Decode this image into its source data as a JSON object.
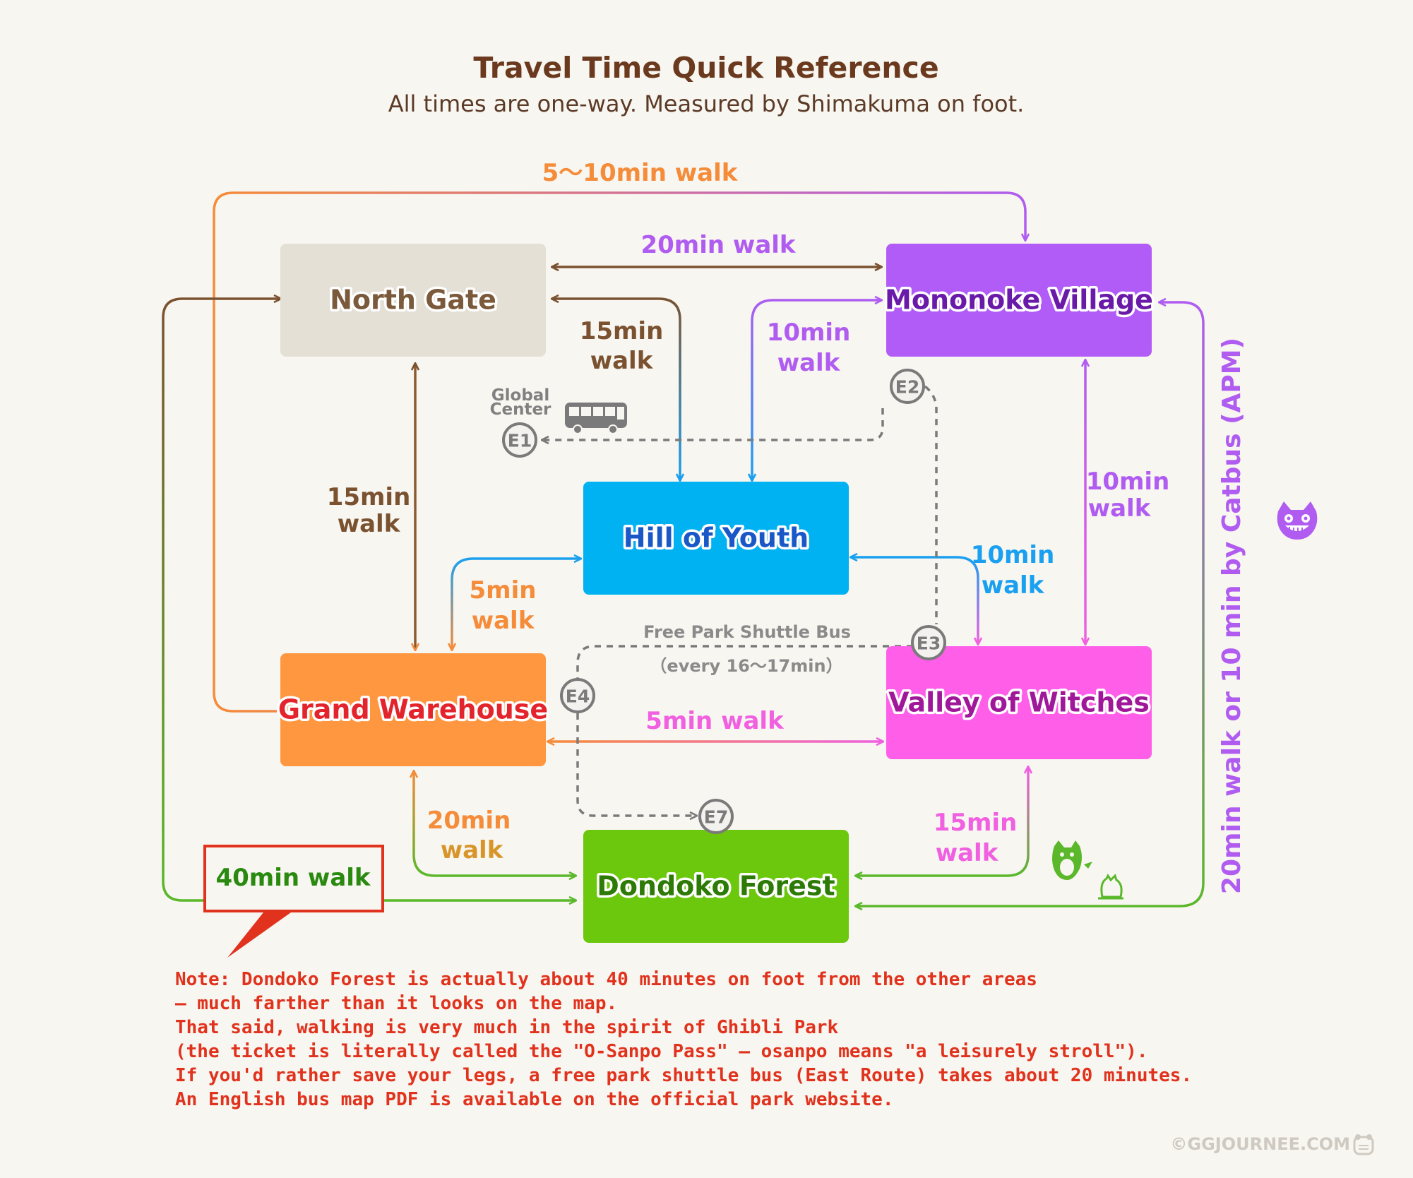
{
  "header": {
    "title": "Travel Time Quick Reference",
    "subtitle": "All times are one-way. Measured by Shimakuma on foot."
  },
  "nodes": {
    "north_gate": {
      "label": "North Gate",
      "color": "#e4e0d6",
      "text_color": "#7a5a3a"
    },
    "mononoke_village": {
      "label": "Mononoke Village",
      "color": "#b25cf7",
      "text_color": "#6a1aa8"
    },
    "hill_of_youth": {
      "label": "Hill of Youth",
      "color": "#00b2f2",
      "text_color": "#1a58c8"
    },
    "grand_warehouse": {
      "label": "Grand Warehouse",
      "color": "#ff9640",
      "text_color": "#e4242c"
    },
    "valley_of_witches": {
      "label": "Valley of Witches",
      "color": "#ff5ee9",
      "text_color": "#a0189a"
    },
    "dondoko_forest": {
      "label": "Dondoko Forest",
      "color": "#6cc80c",
      "text_color": "#2e7a06"
    }
  },
  "routes": {
    "top_loop": "5〜10min walk",
    "north_mononoke": "20min walk",
    "north_hill_1": "15min",
    "north_hill_2": "walk",
    "mononoke_hill_1": "10min",
    "mononoke_hill_2": "walk",
    "north_warehouse_1": "15min",
    "north_warehouse_2": "walk",
    "warehouse_hill_1": "5min",
    "warehouse_hill_2": "walk",
    "mononoke_valley_1": "10min",
    "mononoke_valley_2": "walk",
    "hill_valley_1": "10min",
    "hill_valley_2": "walk",
    "warehouse_valley": "5min walk",
    "warehouse_forest_1": "20min",
    "warehouse_forest_2": "walk",
    "valley_forest_1": "15min",
    "valley_forest_2": "walk",
    "north_forest": "40min walk",
    "catbus": "20min walk or 10 min by Catbus (APM)"
  },
  "colors": {
    "brown": "#7a5230",
    "purple": "#b05cf0",
    "blue": "#1aa0f0",
    "orange": "#f58c3a",
    "pink": "#f060e0",
    "green": "#5ab82a",
    "grey": "#7a7a7a",
    "red": "#e0321c"
  },
  "exits": {
    "e1": "E1",
    "e2": "E2",
    "e3": "E3",
    "e4": "E4",
    "e7": "E7"
  },
  "bus_stop": {
    "line1": "Global",
    "line2": "Center"
  },
  "shuttle": {
    "name": "Free Park Shuttle Bus",
    "frequency": "（every 16〜17min）"
  },
  "note": {
    "lines": [
      "Note: Dondoko Forest is actually about 40 minutes on foot from the other areas",
      "— much farther than it looks on the map.",
      "That said, walking is very much in the spirit of Ghibli Park",
      " (the ticket is literally called the \"O-Sanpo Pass\" — osanpo means \"a leisurely stroll\").",
      "If you'd rather save your legs, a free park shuttle bus (East Route) takes about 20 minutes.",
      "An English bus map PDF is available on the official park website."
    ]
  },
  "credit": "©GGJOURNEE.COM",
  "icons": [
    "bus-icon",
    "catbus-icon",
    "soot-sprite-icon",
    "frog-icon"
  ]
}
